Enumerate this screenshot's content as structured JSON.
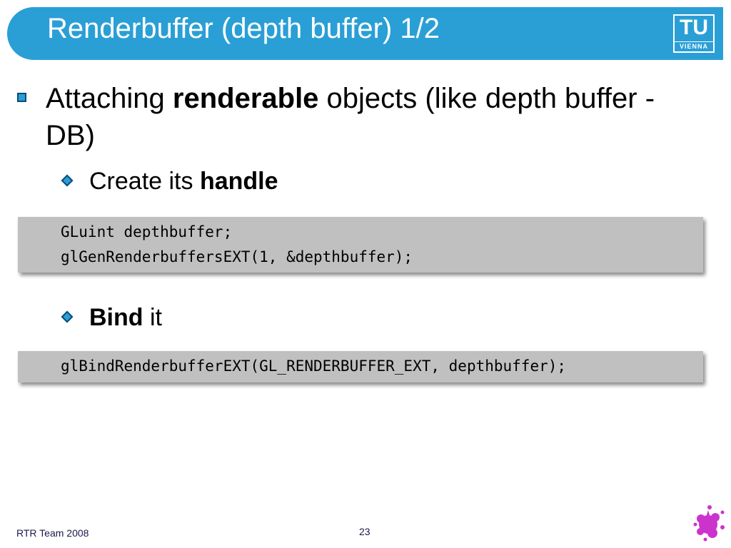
{
  "slide": {
    "title": "Renderbuffer (depth buffer) 1/2",
    "logo": {
      "main": "TU",
      "sub": "VIENNA"
    },
    "bullet": {
      "text_before": "Attaching ",
      "bold": "renderable",
      "text_after": " objects (like depth buffer - DB)"
    },
    "step1": {
      "text": "Create its ",
      "bold": "handle"
    },
    "code1": [
      "GLuint depthbuffer;",
      "glGenRenderbuffersEXT(1, &depthbuffer);"
    ],
    "step2": {
      "bold": "Bind",
      "text": " it"
    },
    "code2": [
      "glBindRenderbufferEXT(GL_RENDERBUFFER_EXT, depthbuffer);"
    ],
    "footer": {
      "left": "RTR Team 2008",
      "page": "23"
    }
  },
  "colors": {
    "accent": "#2a9fd6",
    "code_bg": "#c0c0c0",
    "splat": "#cc33cc"
  },
  "icons": {
    "bullet": "square-bullet-icon",
    "sub_bullet": "diamond-bullet-icon",
    "logo": "tu-vienna-logo",
    "corner": "paint-splat-icon"
  }
}
